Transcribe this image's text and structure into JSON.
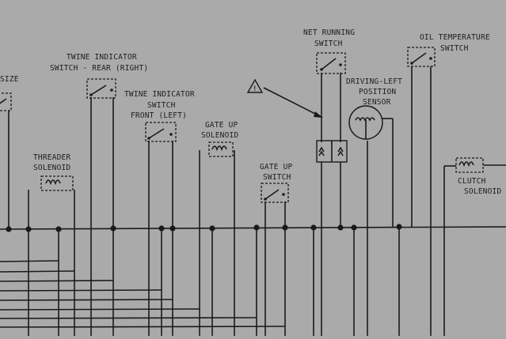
{
  "labels": {
    "size": "SIZE",
    "twine_rear_1": "TWINE INDICATOR",
    "twine_rear_2": "SWITCH - REAR (RIGHT)",
    "twine_front_1": "TWINE INDICATOR",
    "twine_front_2": "SWITCH",
    "twine_front_3": "FRONT (LEFT)",
    "threader_1": "THREADER",
    "threader_2": "SOLENOID",
    "gate_sol_1": "GATE UP",
    "gate_sol_2": "SOLENOID",
    "gate_sw_1": "GATE UP",
    "gate_sw_2": "SWITCH",
    "net_1": "NET RUNNING",
    "net_2": "SWITCH",
    "drive_1": "DRIVING-LEFT",
    "drive_2": "POSITION",
    "drive_3": "SENSOR",
    "oil_1": "OIL TEMPERATURE",
    "oil_2": "SWITCH",
    "clutch_1": "CLUTCH",
    "clutch_2": "SOLENOID",
    "warning_symbol": "!"
  },
  "colors": {
    "paper": "#a9aaa9",
    "ink": "#1a1a1a"
  }
}
